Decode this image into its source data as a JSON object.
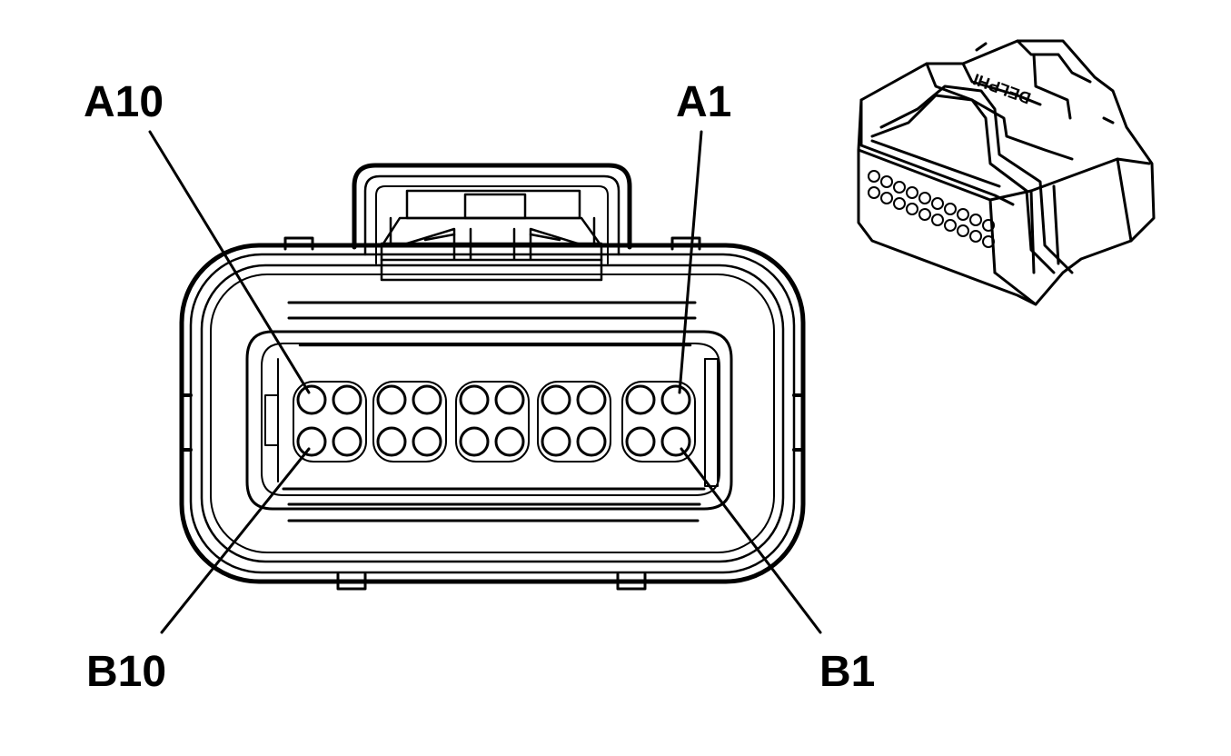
{
  "labels": {
    "a10": "A10",
    "a1": "A1",
    "b10": "B10",
    "b1": "B1"
  },
  "brand_mark": "DELPHI",
  "colors": {
    "line": "#000000",
    "background": "#ffffff"
  }
}
